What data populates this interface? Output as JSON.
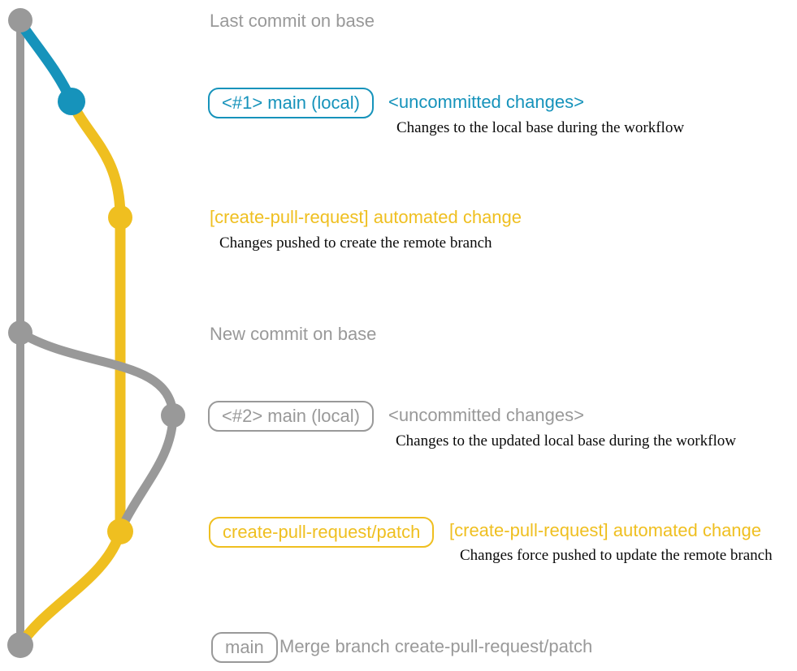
{
  "colors": {
    "gray": "#999999",
    "teal": "#1693BB",
    "yellow": "#EFBF20",
    "ink": "#0a0a0a",
    "bg": "#ffffff"
  },
  "diagram": {
    "rows": {
      "last_commit": {
        "title": "Last commit on base"
      },
      "main_local_1": {
        "badge": "<#1> main (local)",
        "title": "<uncommitted changes>",
        "caption": "Changes to the local base during the workflow"
      },
      "automated_change_1": {
        "title": "[create-pull-request] automated change",
        "caption": "Changes pushed to create the remote branch"
      },
      "new_commit": {
        "title": "New commit on base"
      },
      "main_local_2": {
        "badge": "<#2> main (local)",
        "title": "<uncommitted changes>",
        "caption": "Changes to the updated local base during the workflow"
      },
      "patch_branch": {
        "badge": "create-pull-request/patch",
        "title": "[create-pull-request] automated change",
        "caption": "Changes force pushed to update the remote branch"
      },
      "merge": {
        "badge": "main",
        "title": "Merge branch create-pull-request/patch"
      }
    },
    "graph": {
      "branches": [
        {
          "name": "base",
          "color": "#999999"
        },
        {
          "name": "main-local",
          "color": "#1693BB"
        },
        {
          "name": "create-pull-request/patch",
          "color": "#EFBF20"
        }
      ],
      "commits": [
        {
          "name": "last-commit-on-base",
          "branch": "base"
        },
        {
          "name": "uncommitted-changes-1",
          "branch": "main-local"
        },
        {
          "name": "automated-change-1",
          "branch": "create-pull-request/patch"
        },
        {
          "name": "new-commit-on-base",
          "branch": "base"
        },
        {
          "name": "uncommitted-changes-2",
          "branch": "main-local"
        },
        {
          "name": "automated-change-2",
          "branch": "create-pull-request/patch"
        },
        {
          "name": "merge-commit",
          "branch": "base"
        }
      ]
    }
  }
}
